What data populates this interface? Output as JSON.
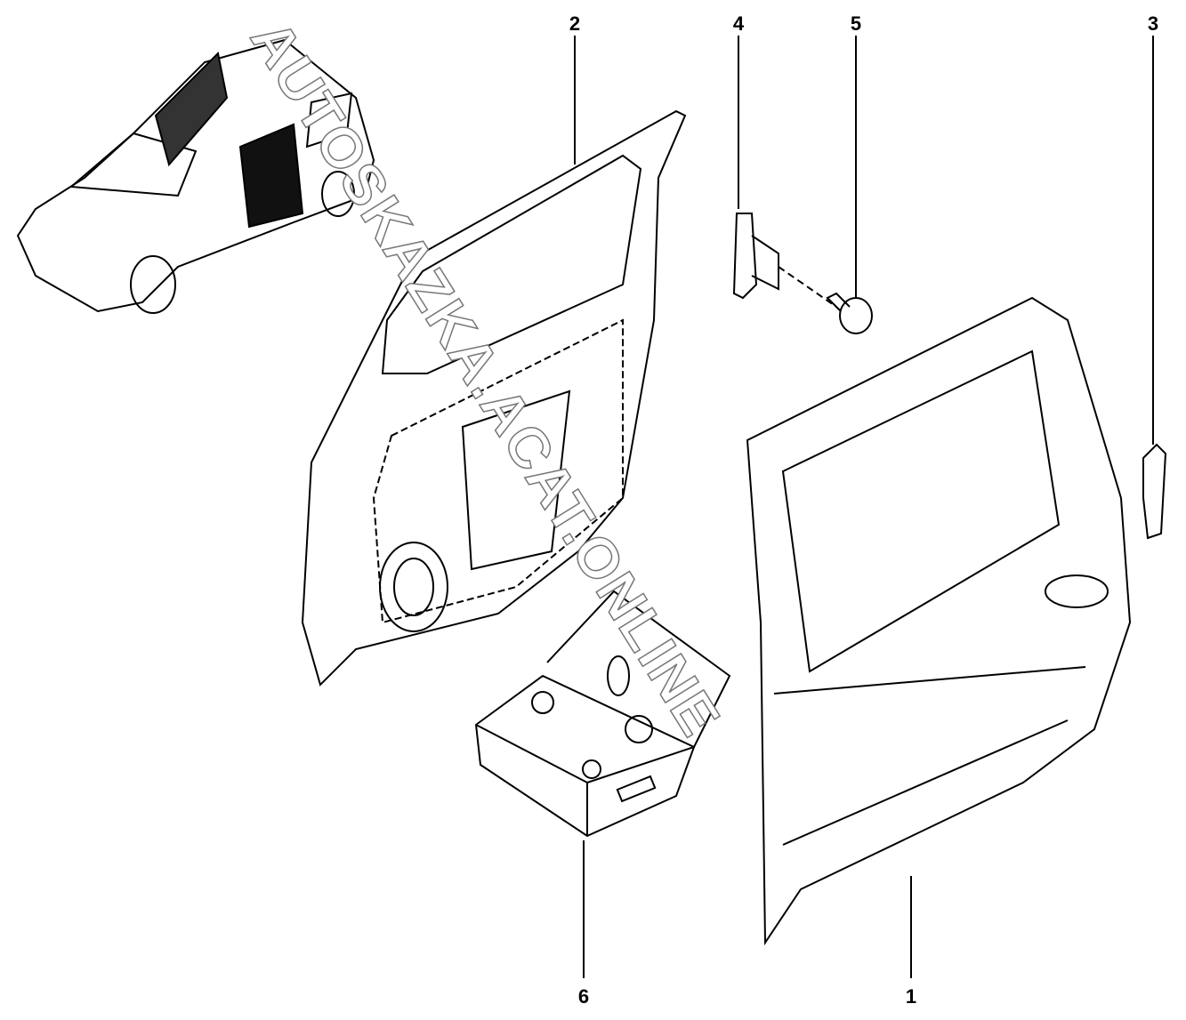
{
  "diagram": {
    "callouts": [
      {
        "id": "2",
        "label": "2"
      },
      {
        "id": "4",
        "label": "4"
      },
      {
        "id": "5",
        "label": "5"
      },
      {
        "id": "3",
        "label": "3"
      },
      {
        "id": "6",
        "label": "6"
      },
      {
        "id": "1",
        "label": "1"
      }
    ],
    "watermark": "AUTOSKAZKA.ACAT.ONLINE",
    "colors": {
      "line": "#000000",
      "watermark_outline": "#777777"
    }
  }
}
